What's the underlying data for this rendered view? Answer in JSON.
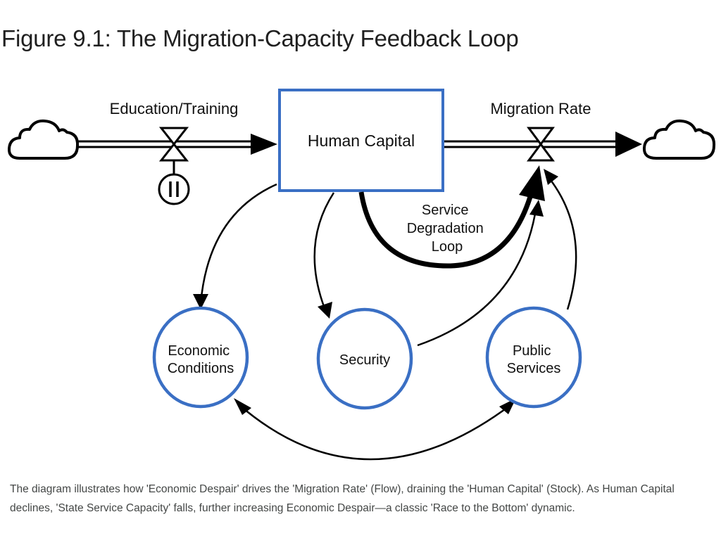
{
  "figure": {
    "title": "Figure 9.1: The Migration-Capacity Feedback Loop",
    "caption": "The diagram illustrates how 'Economic Despair' drives the 'Migration Rate' (Flow), draining the 'Human Capital' (Stock). As Human Capital declines, 'State Service Capacity' falls, further increasing Economic Despair—a classic 'Race to the Bottom' dynamic."
  },
  "colors": {
    "stock_border": "#3a6fc4",
    "node_border": "#3a6fc4",
    "line": "#000000",
    "title_text": "#1f1f1f",
    "caption_text": "#444746"
  },
  "diagram": {
    "type": "stock-and-flow",
    "source": {
      "icon": "cloud-icon",
      "label": ""
    },
    "sink": {
      "icon": "cloud-icon",
      "label": ""
    },
    "inflow": {
      "label": "Education/Training",
      "icon": "valve-icon",
      "auxiliary_icon": "pause-gauge-icon"
    },
    "stock": {
      "label": "Human Capital"
    },
    "outflow": {
      "label": "Migration Rate",
      "icon": "valve-icon"
    },
    "loop_label": {
      "lines": [
        "Service",
        "Degradation",
        "Loop"
      ]
    },
    "nodes": [
      {
        "id": "economic",
        "lines": [
          "Economic",
          "Conditions"
        ]
      },
      {
        "id": "security",
        "lines": [
          "Security"
        ]
      },
      {
        "id": "public",
        "lines": [
          "Public",
          "Services"
        ]
      }
    ],
    "links": [
      {
        "from": "Human Capital",
        "to": "Economic Conditions",
        "style": "thin"
      },
      {
        "from": "Human Capital",
        "to": "Security",
        "style": "thin"
      },
      {
        "from": "Human Capital",
        "to": "Migration Rate",
        "style": "thick"
      },
      {
        "from": "Security",
        "to": "Migration Rate",
        "style": "thin"
      },
      {
        "from": "Public Services",
        "to": "Migration Rate",
        "style": "thin"
      },
      {
        "from": "Economic Conditions",
        "to": "Public Services",
        "style": "bidirectional"
      }
    ]
  }
}
